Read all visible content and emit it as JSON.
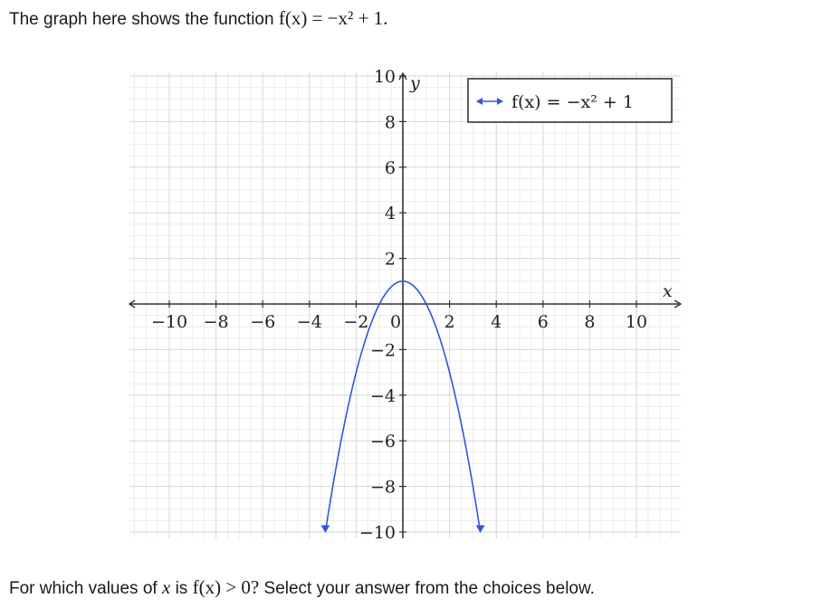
{
  "question": {
    "intro_text": "The graph here shows the function",
    "intro_math": "f(x) = −x² + 1.",
    "prompt_text_a": "For which values of",
    "prompt_math_a": "x",
    "prompt_text_b": "is",
    "prompt_math_b": "f(x) > 0?",
    "prompt_text_c": "Select your answer from the choices below."
  },
  "chart_data": {
    "type": "line",
    "xlabel": "x",
    "ylabel": "y",
    "xlim": [
      -12,
      12
    ],
    "ylim": [
      -11,
      11
    ],
    "grid": true,
    "x_ticks": [
      -10,
      -8,
      -6,
      -4,
      -2,
      0,
      2,
      4,
      6,
      8,
      10
    ],
    "x_tick_labels": [
      "−10",
      "−8",
      "−6",
      "−4",
      "−2",
      "0",
      "2",
      "4",
      "6",
      "8",
      "10"
    ],
    "y_ticks": [
      10,
      8,
      6,
      4,
      2,
      -2,
      -4,
      -6,
      -8,
      -10
    ],
    "y_tick_labels": [
      "10",
      "8",
      "6",
      "4",
      "2",
      "−2",
      "−4",
      "−6",
      "−8",
      "−10"
    ],
    "legend_position": "top-right",
    "series": [
      {
        "name": "f(x) = −x² + 1",
        "color": "#3355dd",
        "x": [
          -3.317,
          -3,
          -2.5,
          -2,
          -1.5,
          -1,
          -0.5,
          0,
          0.5,
          1,
          1.5,
          2,
          2.5,
          3,
          3.317
        ],
        "y": [
          -10,
          -8,
          -5.25,
          -3,
          -1.25,
          0,
          0.75,
          1,
          0.75,
          0,
          -1.25,
          -3,
          -5.25,
          -8,
          -10
        ]
      }
    ]
  }
}
